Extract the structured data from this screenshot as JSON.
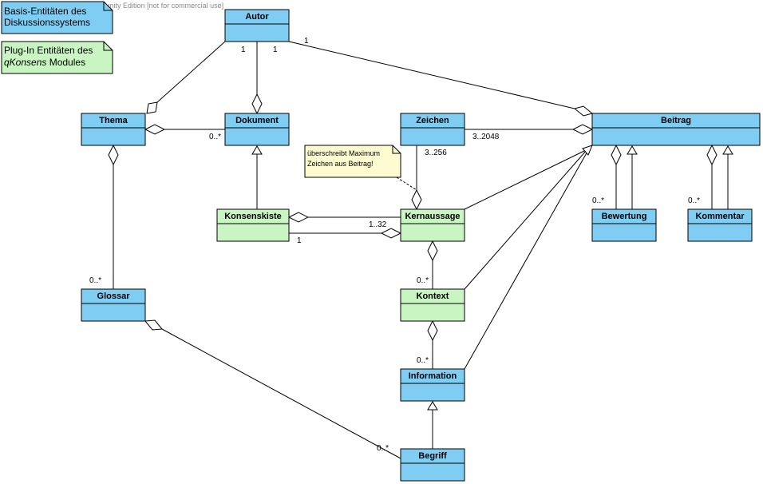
{
  "watermark": "Visual Paradigm for UML Community Edition [not for commercial use]",
  "colors": {
    "base": "#7fcdf3",
    "plugin": "#c9f5c2",
    "note_yellow": "#fffbd0",
    "line": "#000000"
  },
  "legend": {
    "base_line1": "Basis-Entitäten des",
    "base_line2": "Diskussionssystems",
    "plugin_line1": "Plug-In Entitäten des",
    "plugin_line2_italic": "qKonsens",
    "plugin_line2_rest": " Modules"
  },
  "classes": {
    "autor": "Autor",
    "thema": "Thema",
    "dokument": "Dokument",
    "zeichen": "Zeichen",
    "beitrag": "Beitrag",
    "konsenskiste": "Konsenskiste",
    "kernaussage": "Kernaussage",
    "bewertung": "Bewertung",
    "kommentar": "Kommentar",
    "glossar": "Glossar",
    "kontext": "Kontext",
    "information": "Information",
    "begriff": "Begriff"
  },
  "note": {
    "line1": "überschreibt Maximum",
    "line2": "Zeichen aus Beitrag!"
  },
  "multiplicities": {
    "autor_thema": "1",
    "autor_dokument": "1",
    "autor_beitrag": "1",
    "thema_dokument": "0..*",
    "zeichen_beitrag": "3..2048",
    "zeichen_kernaussage": "3..256",
    "beitrag_bewertung": "0..*",
    "beitrag_kommentar": "0..*",
    "konsenskiste_kernaussage_many": "1..32",
    "konsenskiste_kernaussage_one": "1",
    "thema_glossar": "0..*",
    "kernaussage_kontext": "0..*",
    "kontext_information": "0..*",
    "glossar_begriff": "0..*"
  }
}
